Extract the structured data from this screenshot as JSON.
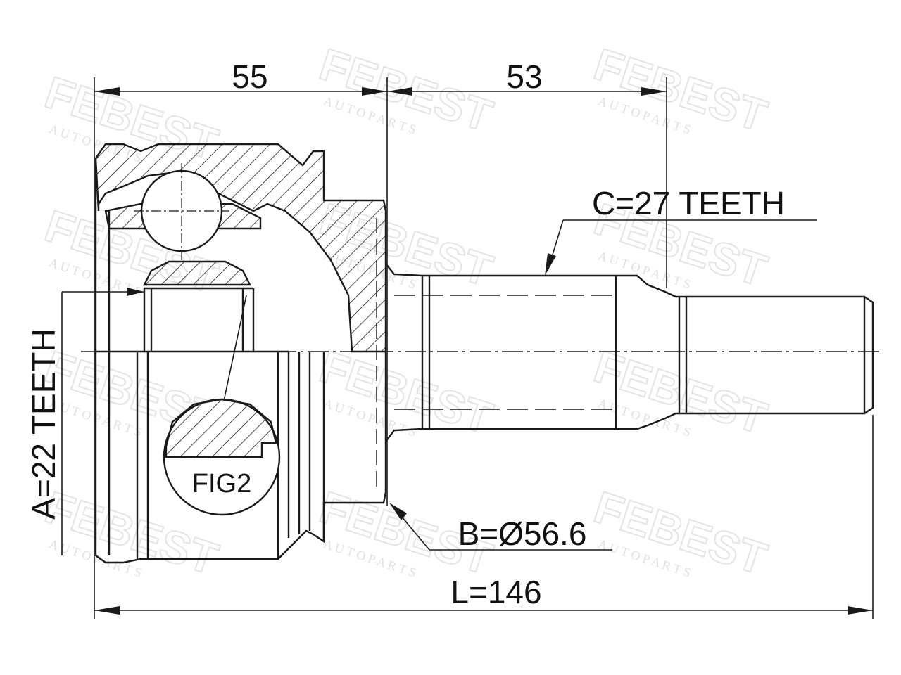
{
  "dimensions": {
    "width_outer_joint": "55",
    "width_shaft": "53",
    "spline_c": "C=27 TEETH",
    "spline_a": "A=22 TEETH",
    "diameter_b": "B=Ø56.6",
    "length_l": "L=146",
    "fig_label": "FIG2"
  },
  "watermark": {
    "brand": "FEBEST",
    "tagline": "A U T O   P A R T S"
  },
  "colors": {
    "line": "#1a1a1a",
    "watermark": "#e6e6e6",
    "background": "#ffffff"
  }
}
